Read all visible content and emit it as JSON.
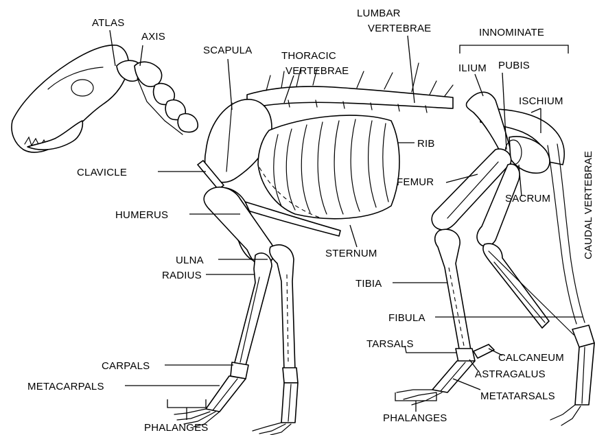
{
  "labels": {
    "atlas": "ATLAS",
    "axis": "AXIS",
    "lumbar_1": "LUMBAR",
    "lumbar_2": "VERTEBRAE",
    "innominate": "INNOMINATE",
    "scapula": "SCAPULA",
    "thoracic_1": "THORACIC",
    "thoracic_2": "VERTEBRAE",
    "ilium": "ILIUM",
    "pubis": "PUBIS",
    "ischium": "ISCHIUM",
    "rib": "RIB",
    "clavicle": "CLAVICLE",
    "femur": "FEMUR",
    "sacrum": "SACRUM",
    "caudal": "CAUDAL VERTEBRAE",
    "humerus": "HUMERUS",
    "sternum": "STERNUM",
    "ulna": "ULNA",
    "radius": "RADIUS",
    "tibia": "TIBIA",
    "fibula": "FIBULA",
    "tarsals": "TARSALS",
    "calcaneum": "CALCANEUM",
    "astragalus": "ASTRAGALUS",
    "carpals": "CARPALS",
    "metacarpals": "METACARPALS",
    "phalanges_hind": "PHALANGES",
    "metatarsals": "METATARSALS",
    "phalanges_fore": "PHALANGES"
  }
}
